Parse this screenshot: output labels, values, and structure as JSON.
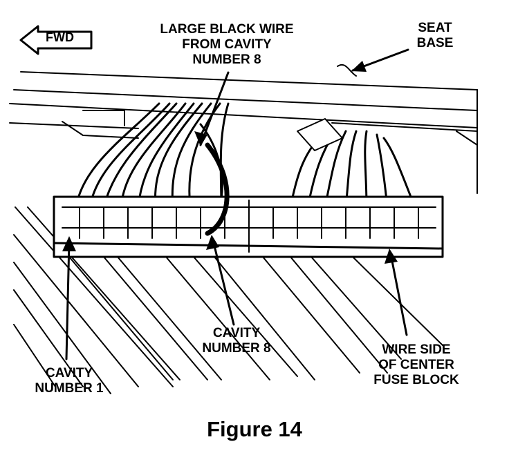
{
  "labels": {
    "fwd": "FWD",
    "large_black_wire": [
      "LARGE BLACK WIRE",
      "FROM CAVITY",
      "NUMBER 8"
    ],
    "seat_base": [
      "SEAT",
      "BASE"
    ],
    "cavity_8": [
      "CAVITY",
      "NUMBER 8"
    ],
    "cavity_1": [
      "CAVITY",
      "NUMBER 1"
    ],
    "wire_side": [
      "WIRE SIDE",
      "OF CENTER",
      "FUSE BLOCK"
    ]
  },
  "caption": "Figure 14"
}
